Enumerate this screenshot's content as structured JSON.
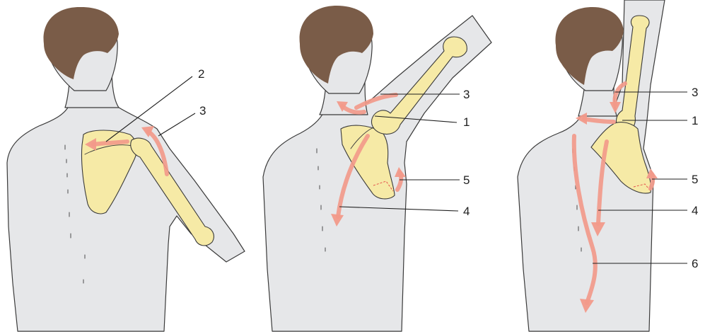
{
  "colors": {
    "skin": "#e6e7e9",
    "hair": "#7a5c48",
    "bone": "#f6eaa6",
    "arrow": "#f29a8a",
    "outline": "#3a3a3a"
  },
  "panels": [
    {
      "labels": [
        "2",
        "3"
      ]
    },
    {
      "labels": [
        "3",
        "1",
        "5",
        "4"
      ]
    },
    {
      "labels": [
        "3",
        "1",
        "5",
        "4",
        "6"
      ]
    }
  ]
}
